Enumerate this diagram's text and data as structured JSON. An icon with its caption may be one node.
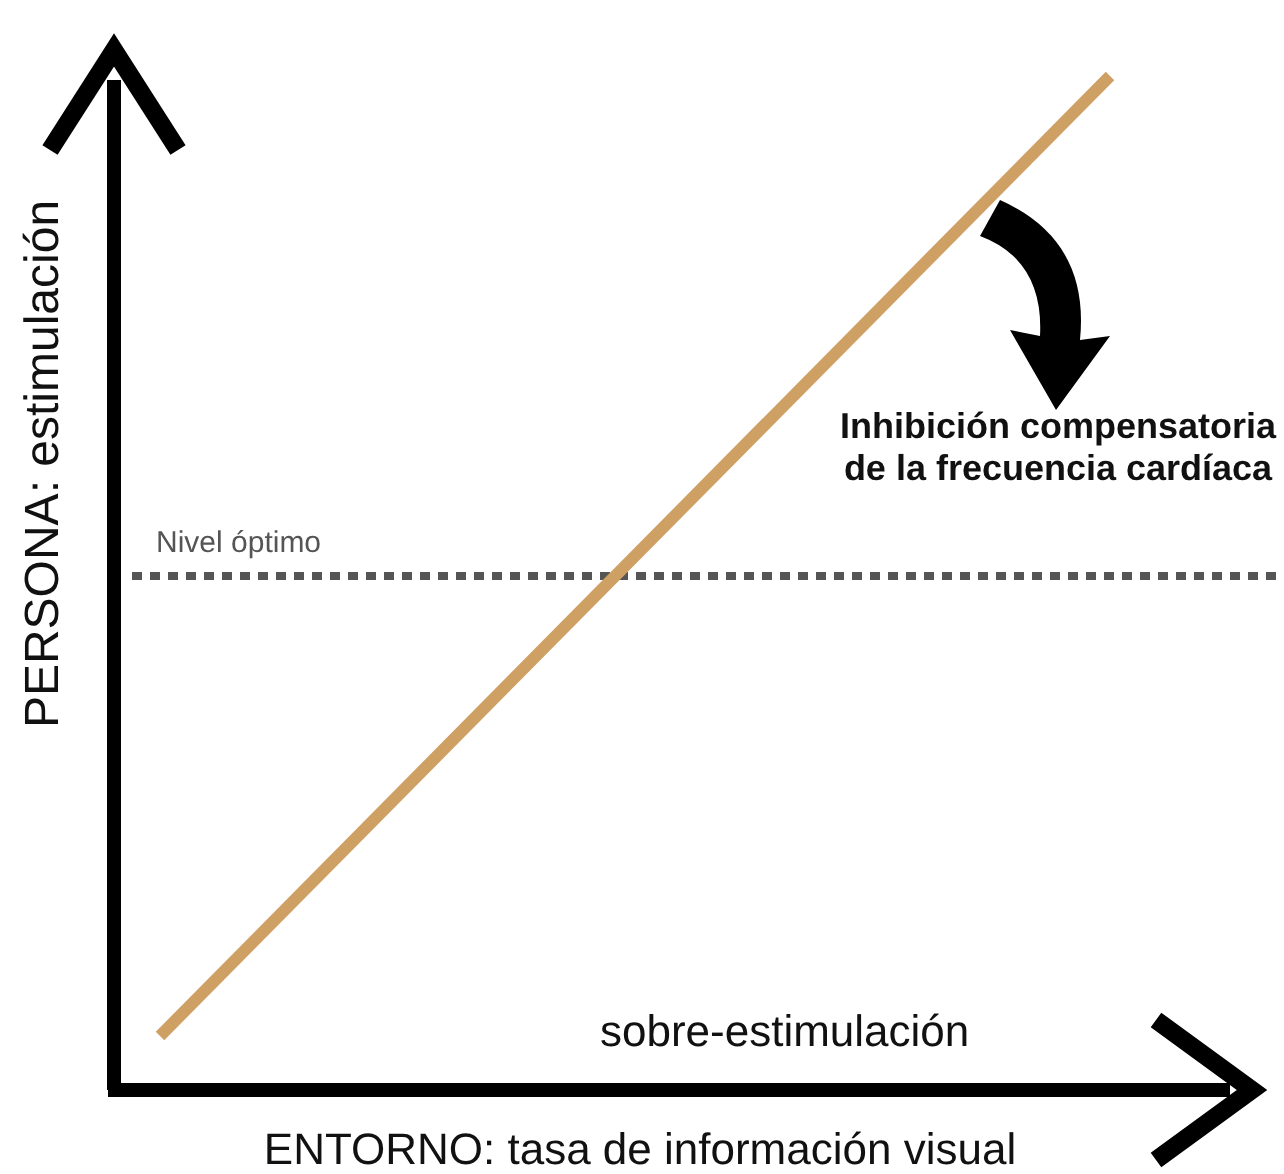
{
  "diagram": {
    "labels": [
      "PERSONA: estimulación",
      "Inhibición compensatoria de la frecuencia cardíaca",
      "Nivel óptimo",
      "sobre-estimulación",
      "ENTORNO: tasa de información visual"
    ]
  }
}
